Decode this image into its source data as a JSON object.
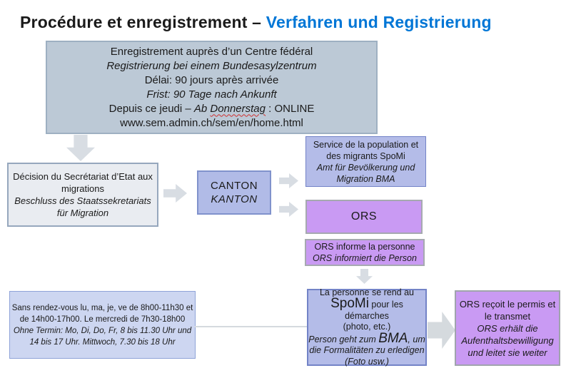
{
  "title": {
    "fr": "Procédure et enregistrement – ",
    "de": "Verfahren und Registrierung"
  },
  "colors": {
    "title_accent": "#0076d6",
    "steel_box_fill": "#bcc9d6",
    "gray_box_fill": "#e9ecf1",
    "blue_box_fill": "#b4bce8",
    "purple_box_fill": "#c99af3",
    "lavender_box_fill": "#cdd6f1",
    "arrow_gray": "#d8dde3"
  },
  "registration_box": {
    "fr_line1": "Enregistrement auprès d’un Centre fédéral",
    "de_line1": "Registrierung bei einem Bundesasylzentrum",
    "fr_line2": "Délai: 90 jours après arrivée",
    "de_line2": "Frist: 90 Tage nach Ankunft",
    "online_prefix_fr": "Depuis ce jeudi – ",
    "online_de_ab": "Ab ",
    "online_de_day": "Donnerstag",
    "online_suffix": " : ONLINE",
    "url": "www.sem.admin.ch/sem/en/home.html"
  },
  "decision_box": {
    "fr": "Décision du Secrétariat d’Etat aux migrations",
    "de": "Beschluss des Staatssekretariats für Migration"
  },
  "canton_box": {
    "fr": "CANTON",
    "de": "KANTON"
  },
  "spomi_box": {
    "fr": "Service de la population et des migrants SpoMi",
    "de": "Amt für Bevölkerung und Migration BMA"
  },
  "ors_box": {
    "label": "ORS"
  },
  "ors_inform_box": {
    "fr": "ORS informe la personne",
    "de": "ORS informiert die Person"
  },
  "hours_box": {
    "fr": "Sans rendez-vous lu, ma, je, ve de 8h00-11h30 et de 14h00-17h00. Le mercredi de 7h30-18h00",
    "de": "Ohne Termin: Mo, Di, Do, Fr, 8 bis 11.30 Uhr und 14 bis 17 Uhr. Mittwoch, 7.30 bis 18 Uhr"
  },
  "person_box": {
    "fr_line1": "La personne se rend au",
    "fr_acronym": "SpoMi",
    "fr_line2_rest": " pour les démarches",
    "fr_line3": "(photo, etc.)",
    "de_line1_pre": "Person geht zum ",
    "de_acronym": "BMA",
    "de_line1_post": ", um",
    "de_line2": "die Formalitäten zu erledigen",
    "de_line3": "(Foto usw.)"
  },
  "permit_box": {
    "fr": "ORS reçoit le permis et le transmet",
    "de": "ORS erhält die Aufenthaltsbewilligung und leitet sie weiter"
  }
}
